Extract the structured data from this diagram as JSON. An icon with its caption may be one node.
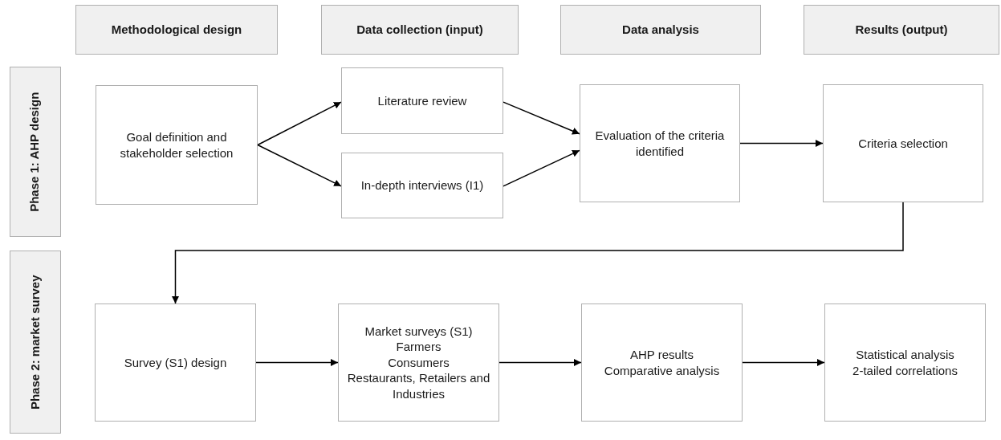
{
  "diagram": {
    "nodes": [
      {
        "text": [
          "Methodological design"
        ]
      },
      {
        "text": [
          "Data collection (input)"
        ]
      },
      {
        "text": [
          "Data analysis"
        ]
      },
      {
        "text": [
          "Results (output)"
        ]
      },
      {
        "text": [
          "Phase 1: AHP design"
        ]
      },
      {
        "text": [
          "Phase 2: market survey"
        ]
      },
      {
        "text": [
          "Goal definition and stakeholder selection"
        ]
      },
      {
        "text": [
          "Literature review"
        ]
      },
      {
        "text": [
          "In-depth interviews (I1)"
        ]
      },
      {
        "text": [
          "Evaluation of the criteria identified"
        ]
      },
      {
        "text": [
          "Criteria selection"
        ]
      },
      {
        "text": [
          "Survey (S1) design"
        ]
      },
      {
        "text": [
          "Market surveys (S1)",
          "Farmers",
          "Consumers",
          "Restaurants, Retailers and Industries"
        ]
      },
      {
        "text": [
          "AHP results",
          "Comparative analysis"
        ]
      },
      {
        "text": [
          "Statistical analysis",
          "2-tailed correlations"
        ]
      }
    ],
    "edges": [
      {
        "from": 6,
        "to": 7,
        "arrow": "to"
      },
      {
        "from": 6,
        "to": 8,
        "arrow": "to"
      },
      {
        "from": 7,
        "to": 9,
        "arrow": "to"
      },
      {
        "from": 8,
        "to": 9,
        "arrow": "to"
      },
      {
        "from": 9,
        "to": 10,
        "arrow": "to"
      },
      {
        "from": 10,
        "to": 11,
        "arrow": "to"
      },
      {
        "from": 11,
        "to": 12,
        "arrow": "to"
      },
      {
        "from": 12,
        "to": 13,
        "arrow": "to"
      },
      {
        "from": 13,
        "to": 14,
        "arrow": "to"
      }
    ]
  }
}
